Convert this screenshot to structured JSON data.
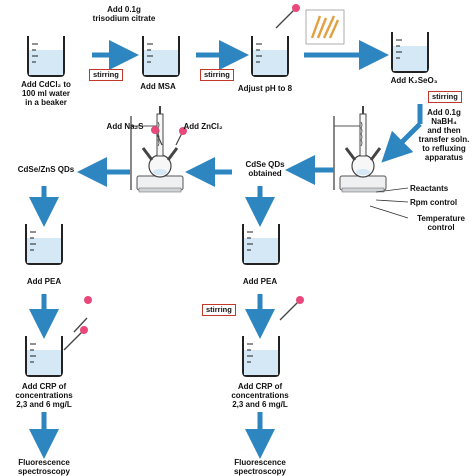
{
  "steps": {
    "s1": "Add CdCl₂ to\n100 ml water\nin a beaker",
    "s1_reagent": "Add 0.1g\ntrisodium citrate",
    "s2": "Add MSA",
    "s3": "Adjust pH to 8",
    "s4": "Add K₂SeO₃",
    "s4_reagent": "Add 0.1g\nNaBH₄\nand then\ntransfer soln.\nto refluxing\napparatus",
    "cdse": "CdSe  QDs\nobtained",
    "na2s": "Add Na₂S",
    "zncl2": "Add ZnCl₂",
    "cdsezns": "CdSe/ZnS QDs",
    "pea_left": "Add PEA",
    "pea_right": "Add PEA",
    "crp_left": "Add CRP  of\nconcentrations\n2,3 and 6 mg/L",
    "crp_right": "Add CRP  of\nconcentrations\n2,3 and 6 mg/L",
    "fluor_left": "Fluorescence\nspectroscopy",
    "fluor_right": "Fluorescence\nspectroscopy"
  },
  "stirring": [
    "stirring",
    "stirring",
    "stirring",
    "stirring"
  ],
  "apparatus_labels": {
    "reactants": "Reactants",
    "rpm": "Rpm control",
    "temp": "Temperature\ncontrol"
  },
  "colors": {
    "arrow": "#2e86c1",
    "liquid": "#d4e8f5",
    "stirring_border": "#c0392b",
    "dropper_bulb": "#e8487a"
  }
}
